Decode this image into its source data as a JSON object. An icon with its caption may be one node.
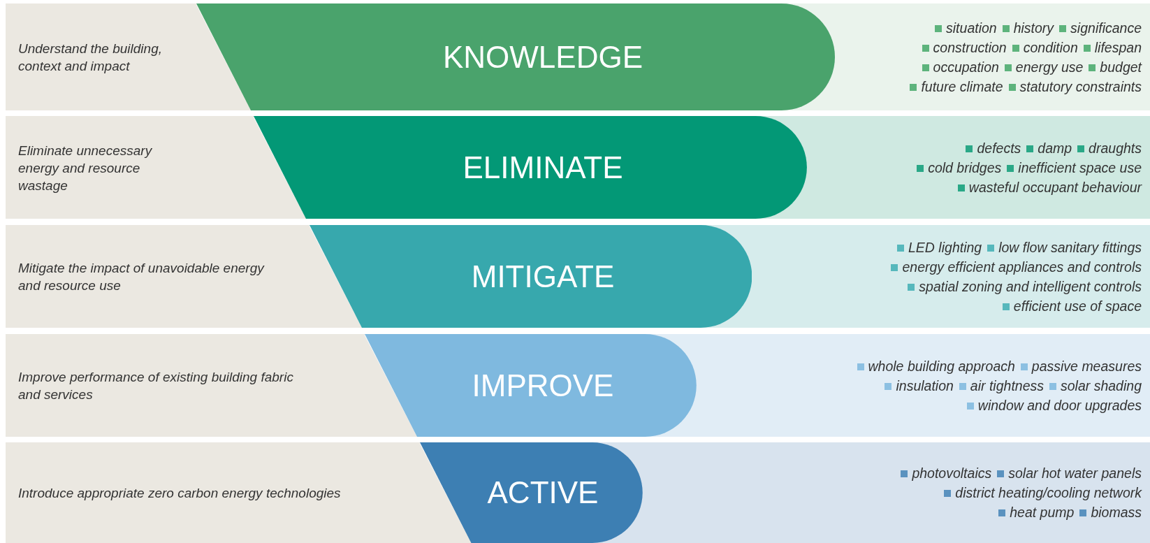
{
  "diagram": {
    "nodes": [
      {
        "text": [
          "Understand the building, context and impact"
        ]
      },
      {
        "text": [
          "KNOWLEDGE"
        ]
      },
      {
        "text": [
          "situation",
          "history",
          "significance",
          "construction",
          "condition",
          "lifespan",
          "occupation",
          "energy use",
          "budget",
          "future climate",
          "statutory constraints"
        ]
      },
      {
        "text": [
          "Eliminate unnecessary energy and resource wastage"
        ]
      },
      {
        "text": [
          "ELIMINATE"
        ]
      },
      {
        "text": [
          "defects",
          "damp",
          "draughts",
          "cold bridges",
          "inefficient space use",
          "wasteful occupant behaviour"
        ]
      },
      {
        "text": [
          "Mitigate the impact of unavoidable energy and resource use"
        ]
      },
      {
        "text": [
          "MITIGATE"
        ]
      },
      {
        "text": [
          "LED lighting",
          "low flow sanitary fittings",
          "energy efficient appliances and controls",
          "spatial zoning and intelligent controls",
          "efficient use of space"
        ]
      },
      {
        "text": [
          "Improve performance of existing building fabric and services"
        ]
      },
      {
        "text": [
          "IMPROVE"
        ]
      },
      {
        "text": [
          "whole building approach",
          "passive measures",
          "insulation",
          "air tightness",
          "solar shading",
          "window and door upgrades"
        ]
      },
      {
        "text": [
          "Introduce appropriate zero carbon energy technologies"
        ]
      },
      {
        "text": [
          "ACTIVE"
        ]
      },
      {
        "text": [
          "photovoltaics",
          "solar hot water panels",
          "district heating/cooling network",
          "heat pump",
          "biomass"
        ]
      }
    ]
  }
}
